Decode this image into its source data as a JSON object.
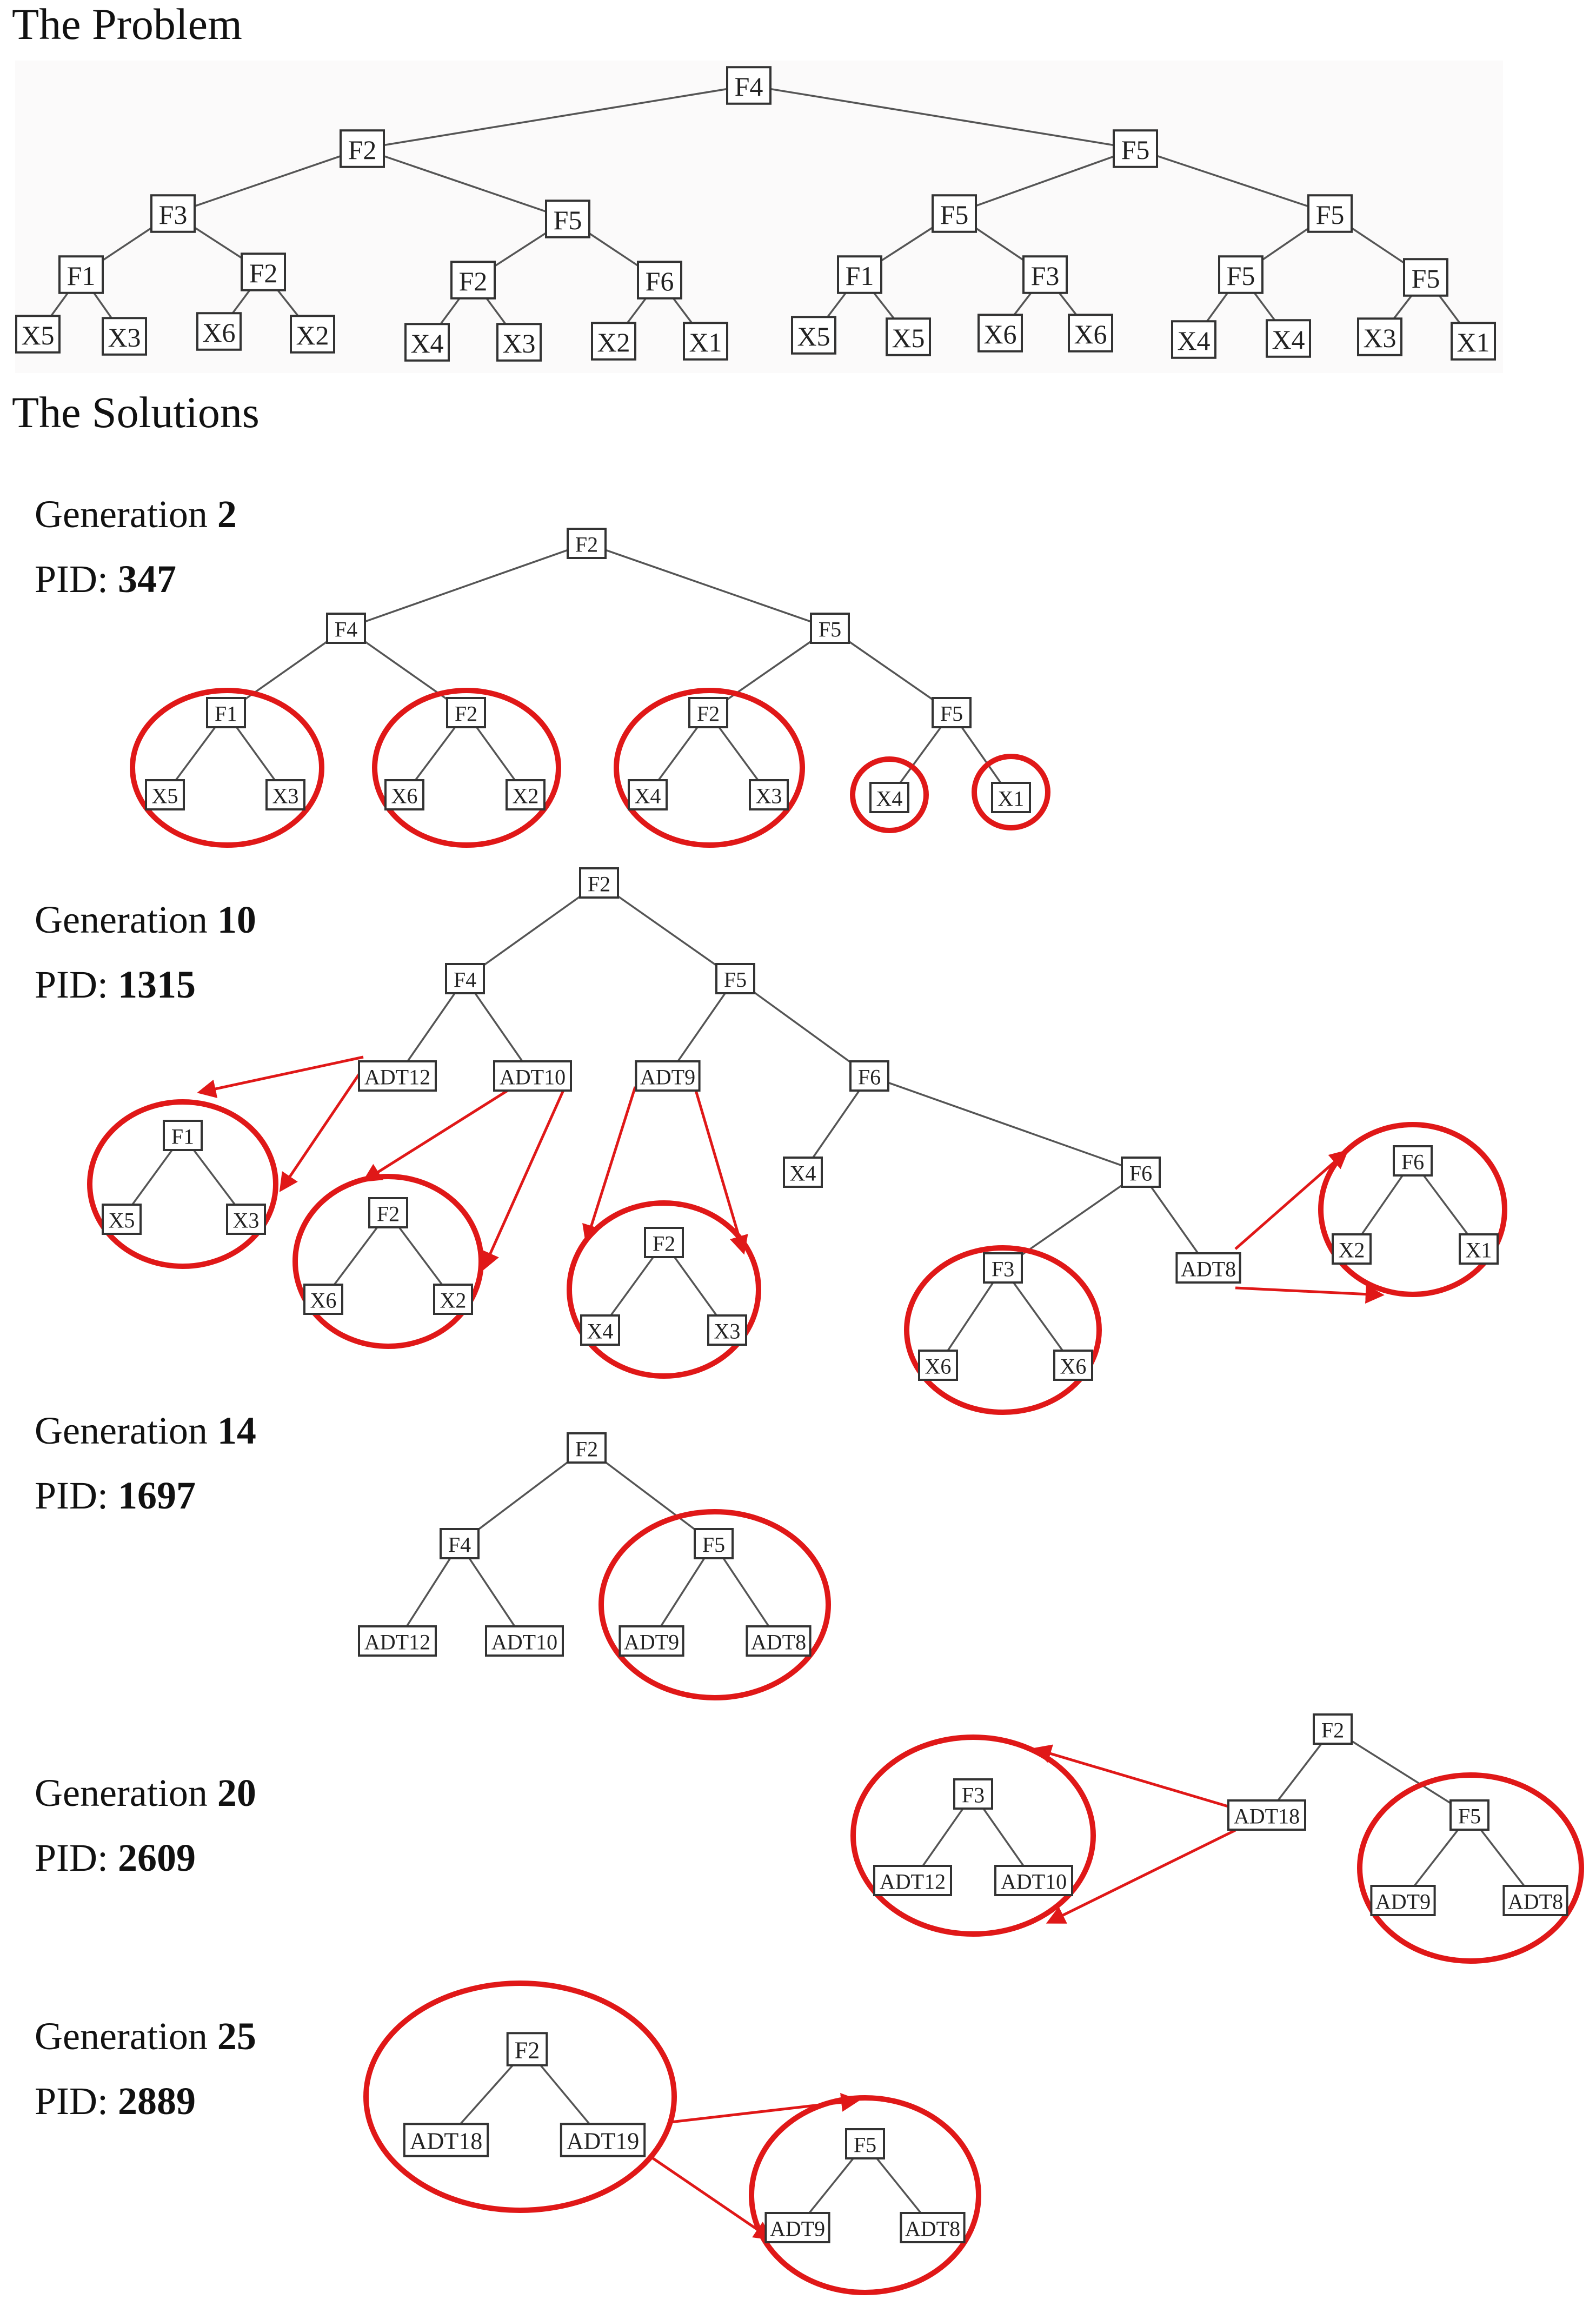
{
  "headings": {
    "problem": "The Problem",
    "solutions": "The Solutions"
  },
  "problem_tree": {
    "root": "F4",
    "level1": [
      "F2",
      "F5"
    ],
    "level2": [
      "F3",
      "F5",
      "F5",
      "F5"
    ],
    "level3": [
      "F1",
      "F2",
      "F2",
      "F6",
      "F1",
      "F3",
      "F5",
      "F5"
    ],
    "leaves": [
      "X5",
      "X3",
      "X6",
      "X2",
      "X4",
      "X3",
      "X2",
      "X1",
      "X5",
      "X5",
      "X6",
      "X6",
      "X4",
      "X4",
      "X3",
      "X1"
    ]
  },
  "generations": [
    {
      "label": "Generation ",
      "number": "2",
      "pid_label": "PID: ",
      "pid": "347"
    },
    {
      "label": "Generation ",
      "number": "10",
      "pid_label": "PID: ",
      "pid": "1315"
    },
    {
      "label": "Generation ",
      "number": "14",
      "pid_label": "PID: ",
      "pid": "1697"
    },
    {
      "label": "Generation ",
      "number": "20",
      "pid_label": "PID: ",
      "pid": "2609"
    },
    {
      "label": "Generation ",
      "number": "25",
      "pid_label": "PID: ",
      "pid": "2889"
    }
  ],
  "gen2": {
    "root": "F2",
    "l1": [
      "F4",
      "F5"
    ],
    "l2": [
      "F1",
      "F2",
      "F2",
      "F5"
    ],
    "leaves": [
      "X5",
      "X3",
      "X6",
      "X2",
      "X4",
      "X3",
      "X4",
      "X1"
    ]
  },
  "gen10": {
    "root": "F2",
    "l1": [
      "F4",
      "F5"
    ],
    "l2": [
      "ADT12",
      "ADT10",
      "ADT9",
      "F6"
    ],
    "l3": [
      "X4",
      "F6"
    ],
    "l4": [
      "F3",
      "ADT8"
    ],
    "sub1": [
      "F1",
      "X5",
      "X3"
    ],
    "sub2": [
      "F2",
      "X6",
      "X2"
    ],
    "sub3": [
      "F2",
      "X4",
      "X3"
    ],
    "sub4": [
      "F3",
      "X6",
      "X6"
    ],
    "sub5": [
      "F6",
      "X2",
      "X1"
    ]
  },
  "gen14": {
    "root": "F2",
    "l1": [
      "F4",
      "F5"
    ],
    "leaves": [
      "ADT12",
      "ADT10",
      "ADT9",
      "ADT8"
    ]
  },
  "gen20": {
    "root": "F2",
    "l1": [
      "ADT18",
      "F5"
    ],
    "l2": [
      "ADT9",
      "ADT8"
    ],
    "sub": [
      "F3",
      "ADT12",
      "ADT10"
    ]
  },
  "gen25": {
    "root": "F2",
    "l1": [
      "ADT18",
      "ADT19"
    ],
    "sub": [
      "F5",
      "ADT9",
      "ADT8"
    ]
  },
  "colors": {
    "highlight": "#e01818",
    "node_border": "#333333",
    "edge": "#555555"
  }
}
